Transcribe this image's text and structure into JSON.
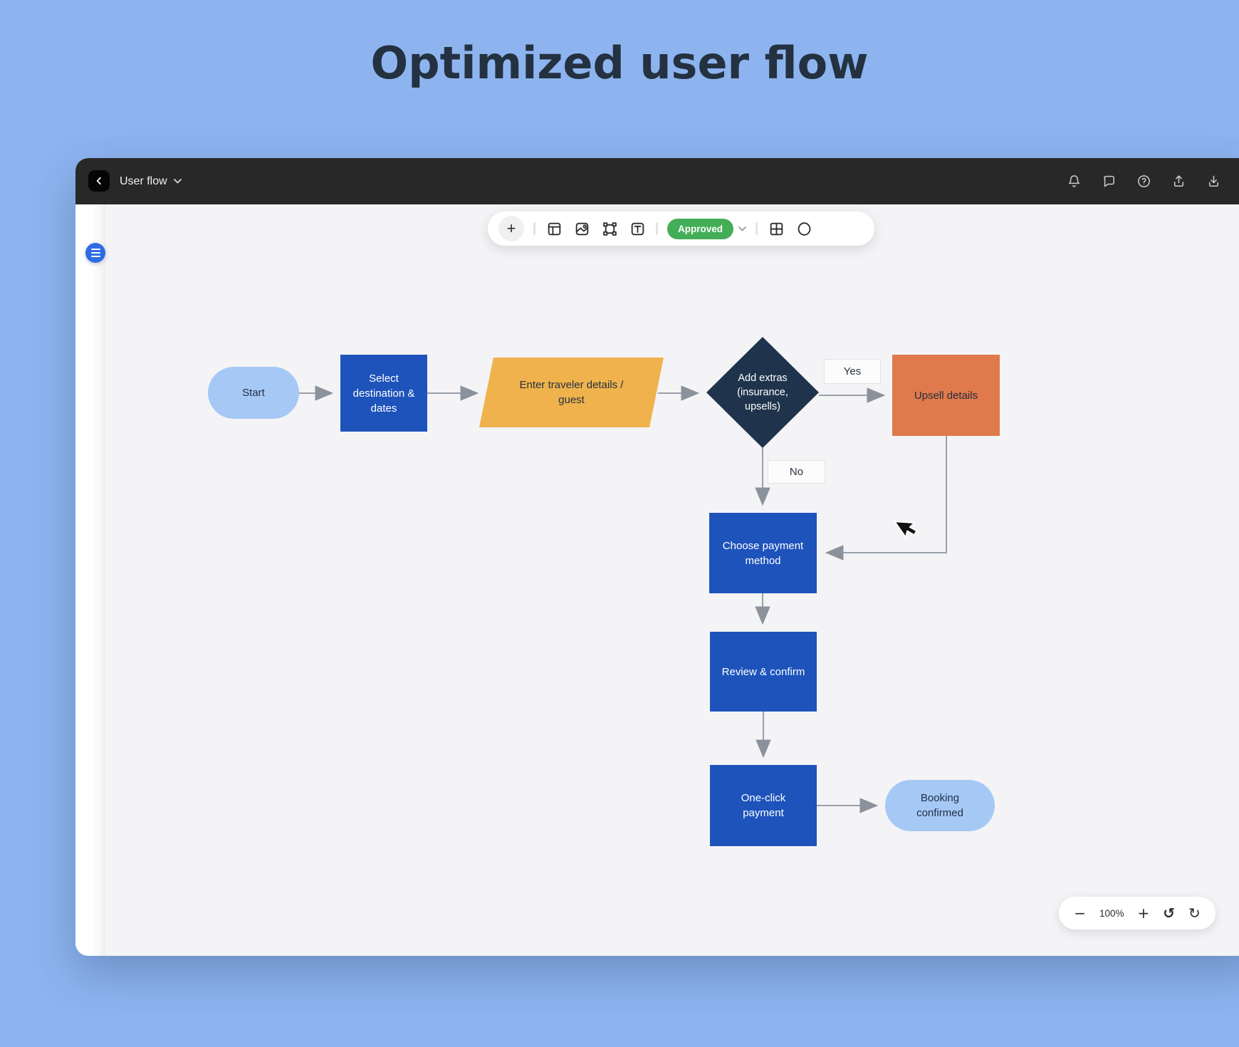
{
  "title": "Optimized user flow",
  "window": {
    "topbar": {
      "board_name": "User flow",
      "icons": [
        "back-icon",
        "chevron-down-icon",
        "bell-icon",
        "comment-icon",
        "help-icon",
        "share-icon",
        "download-icon",
        "clipped-circle-icon"
      ]
    },
    "toolbar": {
      "add_label": "+",
      "icons": [
        "frame-icon",
        "image-icon",
        "select-icon",
        "text-icon",
        "table-icon",
        "shape-icon"
      ],
      "status": {
        "label": "Approved",
        "color": "#44ad57"
      }
    },
    "zoom_controls": {
      "zoom_out_label": "−",
      "zoom_level": "100%",
      "zoom_in_label": "+",
      "undo_glyph": "↺",
      "redo_glyph": "↻"
    }
  },
  "flowchart": {
    "nodes": [
      {
        "id": "start",
        "label": "Start",
        "shape": "terminator",
        "color": "#a6c8f4",
        "text_color": "#20304a"
      },
      {
        "id": "select-destination",
        "label": "Select destination & dates",
        "shape": "process",
        "color": "#1e53bb",
        "text_color": "#ffffff"
      },
      {
        "id": "enter-traveler-details",
        "label": "Enter traveler details / guest",
        "shape": "parallelogram",
        "color": "#f0b24c",
        "text_color": "#253242"
      },
      {
        "id": "add-extras",
        "label": "Add extras (insurance, upsells)",
        "shape": "decision",
        "color": "#1f344c",
        "text_color": "#ffffff"
      },
      {
        "id": "upsell-details",
        "label": "Upsell details",
        "shape": "process",
        "color": "#e0794b",
        "text_color": "#232f3f"
      },
      {
        "id": "choose-payment",
        "label": "Choose payment method",
        "shape": "process",
        "color": "#1e53bb",
        "text_color": "#ffffff"
      },
      {
        "id": "review-confirm",
        "label": "Review & confirm",
        "shape": "process",
        "color": "#1e53bb",
        "text_color": "#ffffff"
      },
      {
        "id": "one-click-payment",
        "label": "One-click payment",
        "shape": "process",
        "color": "#1e53bb",
        "text_color": "#ffffff"
      },
      {
        "id": "booking-confirmed",
        "label": "Booking confirmed",
        "shape": "terminator",
        "color": "#a6c8f4",
        "text_color": "#20304a"
      }
    ],
    "edge_labels": {
      "yes": "Yes",
      "no": "No"
    },
    "colors": {
      "connector": "#99a0aa",
      "arrowhead": "#8b929c",
      "canvas": "#f4f4f6",
      "background": "#8db4ef"
    }
  }
}
